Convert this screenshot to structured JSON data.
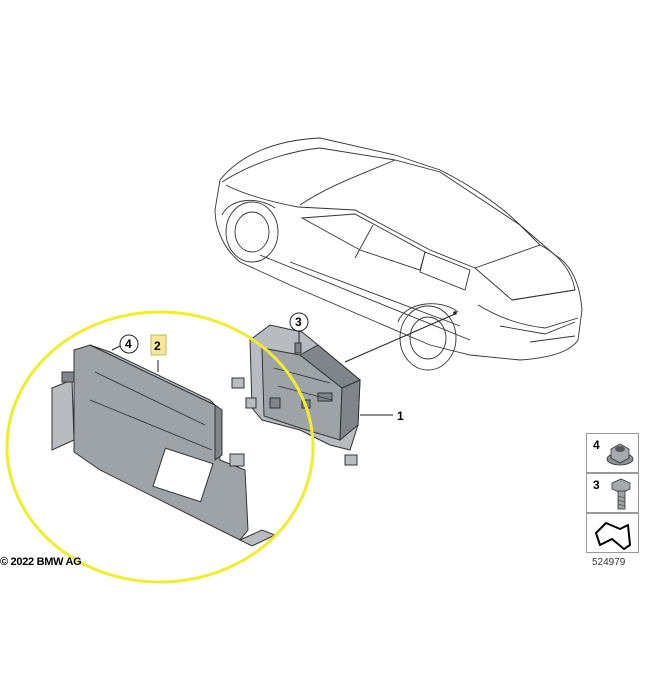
{
  "callouts": {
    "part1": "1",
    "part2": "2",
    "part3": "3",
    "part4": "4"
  },
  "legend": {
    "item_top": "4",
    "item_middle": "3"
  },
  "copyright": "© 2022 BMW AG",
  "diagram_number": "524979",
  "colors": {
    "highlight_circle": "#f0ee2a",
    "callout_2_background": "#f5e79a",
    "part_grey": "#9ea3a8"
  },
  "icons": {
    "legend_top": "nut-icon",
    "legend_middle": "bolt-icon",
    "legend_bottom": "arrow-symbol-icon"
  }
}
